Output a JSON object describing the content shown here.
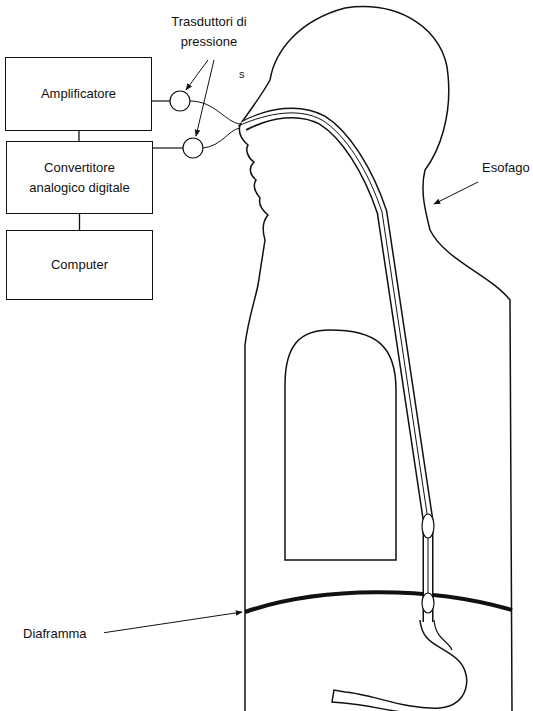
{
  "diagram": {
    "nodes": [
      {
        "text": [
          "Amplificatore"
        ]
      },
      {
        "text": [
          "Convertitore analogico digitale"
        ]
      },
      {
        "text": [
          "Computer"
        ]
      }
    ],
    "edges": [
      {
        "from": 0,
        "to": 1,
        "arrow": "none"
      },
      {
        "from": 1,
        "to": 2,
        "arrow": "none"
      }
    ],
    "labels": [
      "Trasduttori di pressione",
      "s",
      "Esofago",
      "Diaframma"
    ]
  }
}
